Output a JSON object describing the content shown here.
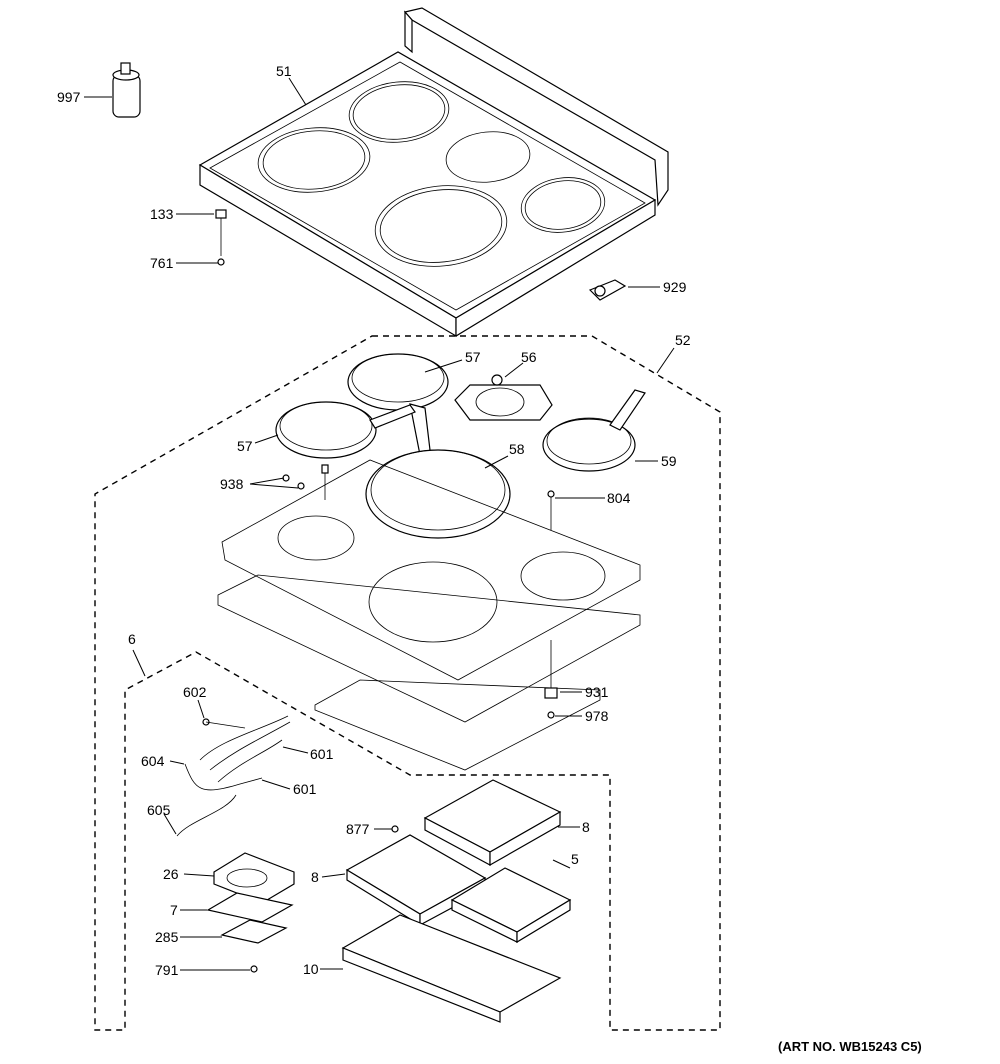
{
  "art_number": "(ART NO. WB15243 C5)",
  "callouts": {
    "p997": "997",
    "p51": "51",
    "p133": "133",
    "p761": "761",
    "p929": "929",
    "p52": "52",
    "p57a": "57",
    "p56": "56",
    "p57b": "57",
    "p58": "58",
    "p59": "59",
    "p938": "938",
    "p804": "804",
    "p6": "6",
    "p931": "931",
    "p978": "978",
    "p602": "602",
    "p601a": "601",
    "p604": "604",
    "p601b": "601",
    "p605": "605",
    "p877": "877",
    "p8a": "8",
    "p5": "5",
    "p8b": "8",
    "p26": "26",
    "p7": "7",
    "p285": "285",
    "p791": "791",
    "p10": "10"
  }
}
